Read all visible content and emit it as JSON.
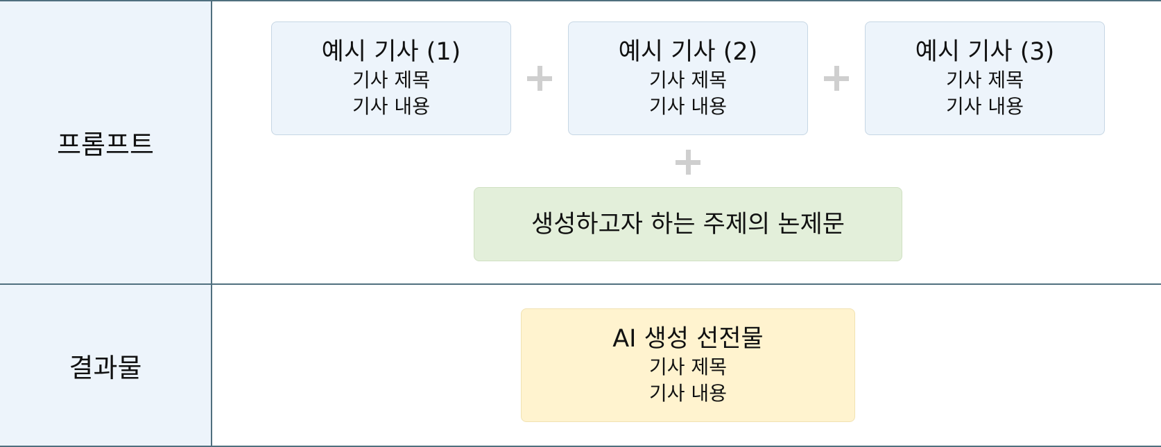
{
  "rows": {
    "prompt_label": "프롬프트",
    "result_label": "결과물"
  },
  "examples": [
    {
      "title": "예시 기사 (1)",
      "line1": "기사 제목",
      "line2": "기사 내용"
    },
    {
      "title": "예시 기사 (2)",
      "line1": "기사 제목",
      "line2": "기사 내용"
    },
    {
      "title": "예시 기사 (3)",
      "line1": "기사 제목",
      "line2": "기사 내용"
    }
  ],
  "topic": {
    "text": "생성하고자 하는 주제의 논제문"
  },
  "result": {
    "title": "AI 생성 선전물",
    "line1": "기사 제목",
    "line2": "기사 내용"
  },
  "colors": {
    "border": "#4f6f7e",
    "label_bg": "#edf4fb",
    "example_bg": "#edf4fb",
    "topic_bg": "#e3efda",
    "result_bg": "#fff3cf",
    "plus": "#cfcfcf"
  }
}
